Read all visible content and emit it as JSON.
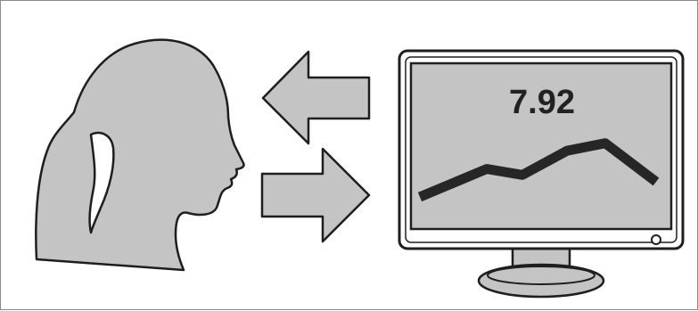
{
  "diagram": {
    "colors": {
      "fill_gray": "#c4c4c4",
      "outline": "#1e1e1e",
      "trend_line": "#262626",
      "background": "#ffffff"
    },
    "monitor": {
      "readout_value": "7.92",
      "trend_values": [
        0.0,
        0.37,
        0.29,
        0.61,
        0.71,
        0.2
      ]
    },
    "arrows": {
      "top_direction": "left",
      "bottom_direction": "right"
    }
  }
}
